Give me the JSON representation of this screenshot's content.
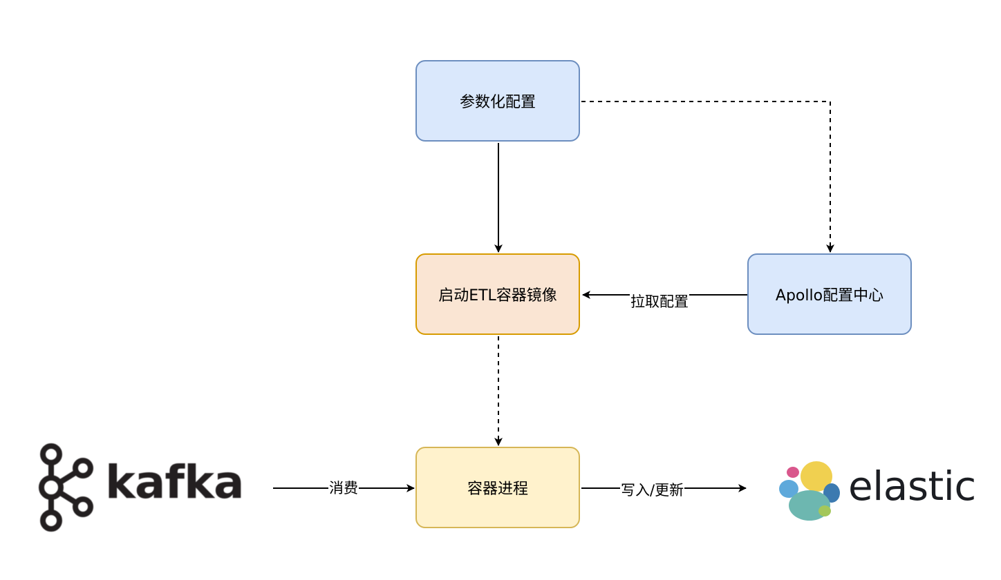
{
  "nodes": {
    "param_config": "参数化配置",
    "start_etl": "启动ETL容器镜像",
    "apollo": "Apollo配置中心",
    "container_process": "容器进程"
  },
  "edges": {
    "pull_config": "拉取配置",
    "consume": "消费",
    "write_update": "写入/更新"
  },
  "logos": {
    "kafka": "kafka",
    "elastic": "elastic"
  },
  "colors": {
    "blue_fill": "#dae8fc",
    "blue_stroke": "#6c8ebf",
    "orange_fill": "#fae5d3",
    "orange_stroke": "#d79b00",
    "yellow_fill": "#fff2cc",
    "yellow_stroke": "#d6b656",
    "kafka": "#231f20",
    "elastic_yellow": "#f0d050",
    "elastic_teal": "#6db7b0",
    "elastic_blue": "#5ea9db",
    "elastic_navy": "#3c7ab0",
    "elastic_pink": "#d9578c",
    "elastic_green": "#a4c75a"
  }
}
